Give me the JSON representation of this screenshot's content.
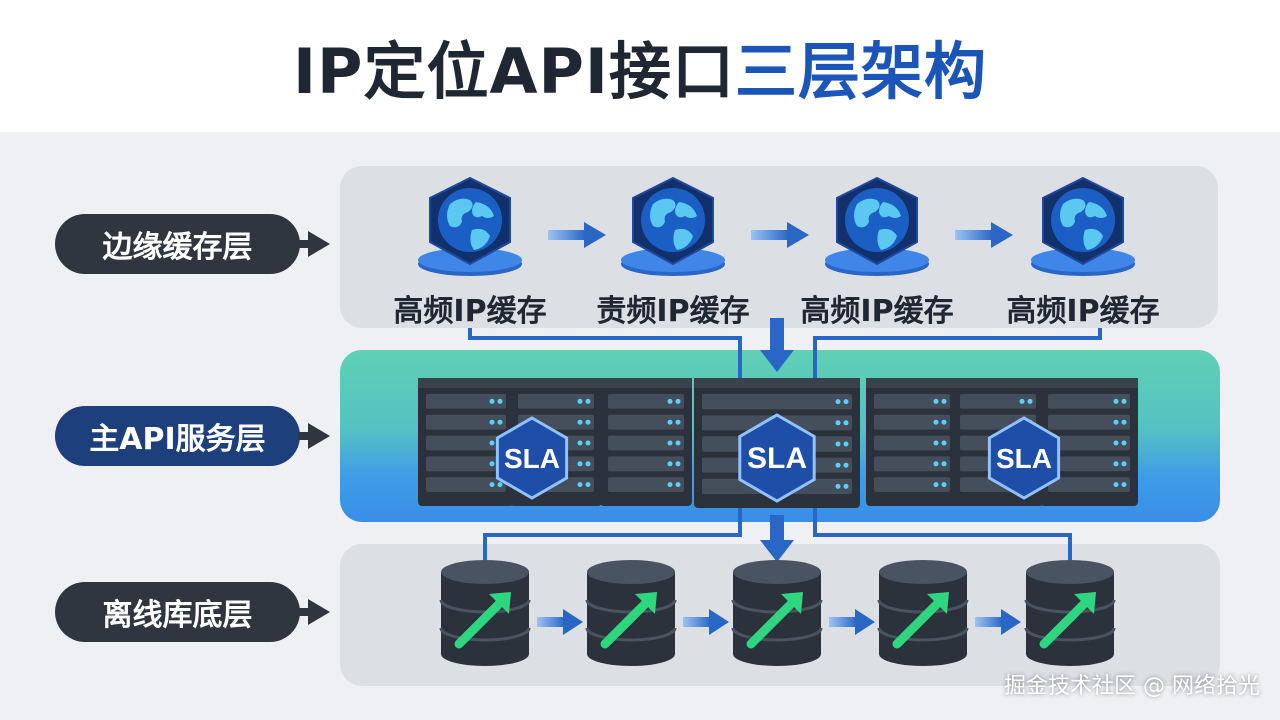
{
  "title": {
    "main": "IP定位API接口",
    "accent": "三层架构"
  },
  "layers": [
    {
      "name": "边缘缓存层"
    },
    {
      "name": "主API服务层"
    },
    {
      "name": "离线库底层"
    }
  ],
  "edge_nodes": [
    "高频IP缓存",
    "责频IP缓存",
    "高频IP缓存",
    "高频IP缓存"
  ],
  "sla_badges": [
    "SLA",
    "SLA",
    "SLA"
  ],
  "db_node_count": 5,
  "watermark": "掘金技术社区 @ 网络拾光",
  "colors": {
    "accent": "#1b55b8",
    "dark": "#2f3640",
    "api_gradient_top": "#5fd0b4",
    "api_gradient_bottom": "#3a8ee6",
    "flow_arrow": "#2a66c6",
    "trend_arrow": "#2ed67f"
  },
  "icons": [
    "globe-icon",
    "server-rack-icon",
    "sla-hexagon-icon",
    "database-icon",
    "trend-arrow-icon"
  ]
}
